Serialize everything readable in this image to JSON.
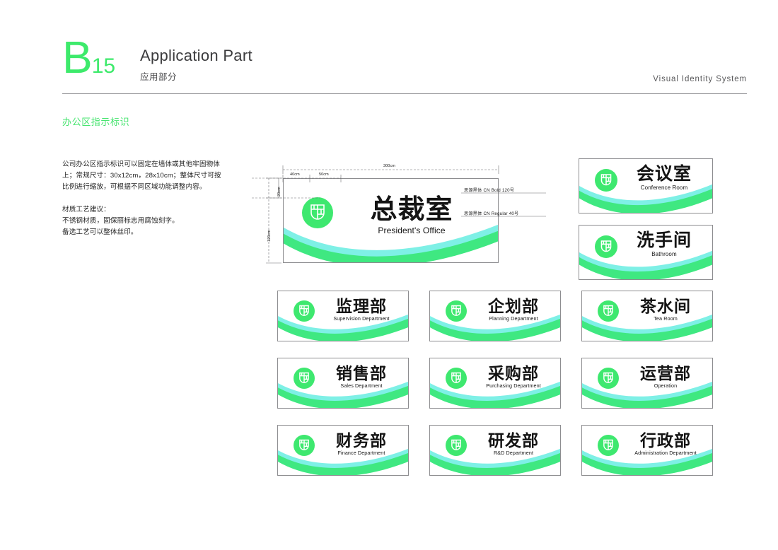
{
  "header": {
    "section_letter": "B",
    "section_number": "15",
    "title_en": "Application Part",
    "title_cn": "应用部分",
    "right_label": "Visual Identity System",
    "accent_color": "#3dea6b"
  },
  "left": {
    "section_heading": "办公区指示标识",
    "paragraph1": "公司办公区指示标识可以固定在墙体或其他牢固物体上；常规尺寸：30x12cm，28x10cm；整体尺寸可按比例进行缩放，可根据不同区域功能调整内容。",
    "paragraph2_title": "材质工艺建议：",
    "paragraph2_line1": "不锈钢材质，固保丽标志用腐蚀刻字。",
    "paragraph2_line2": "备选工艺可以整体丝印。"
  },
  "spec": {
    "cn": "总裁室",
    "en": "President's Office",
    "dim_width": "300cm",
    "dim_seg1": "40cm",
    "dim_seg2": "50cm",
    "dim_top": "20cm",
    "dim_height": "120cm",
    "callout_cn_font": "思源黑体 CN Bold 120号",
    "callout_en_font": "思源黑体 CN Regular 40号"
  },
  "colors": {
    "logo_green": "#3ee86f",
    "wave_green": "#3fe881",
    "wave_cyan": "#7ef0e6",
    "plate_border": "#8d8d90"
  },
  "tall_signs": [
    {
      "cn": "会议室",
      "en": "Conference Room"
    },
    {
      "cn": "洗手间",
      "en": "Bathroom"
    }
  ],
  "grid_signs": [
    {
      "cn": "监理部",
      "en": "Supervision Department"
    },
    {
      "cn": "企划部",
      "en": "Planning Department"
    },
    {
      "cn": "茶水间",
      "en": "Tea Room"
    },
    {
      "cn": "销售部",
      "en": "Sales Department"
    },
    {
      "cn": "采购部",
      "en": "Purchasing Department"
    },
    {
      "cn": "运营部",
      "en": "Operation"
    },
    {
      "cn": "财务部",
      "en": "Finance Department"
    },
    {
      "cn": "研发部",
      "en": "R&D Department"
    },
    {
      "cn": "行政部",
      "en": "Administration Department"
    }
  ]
}
